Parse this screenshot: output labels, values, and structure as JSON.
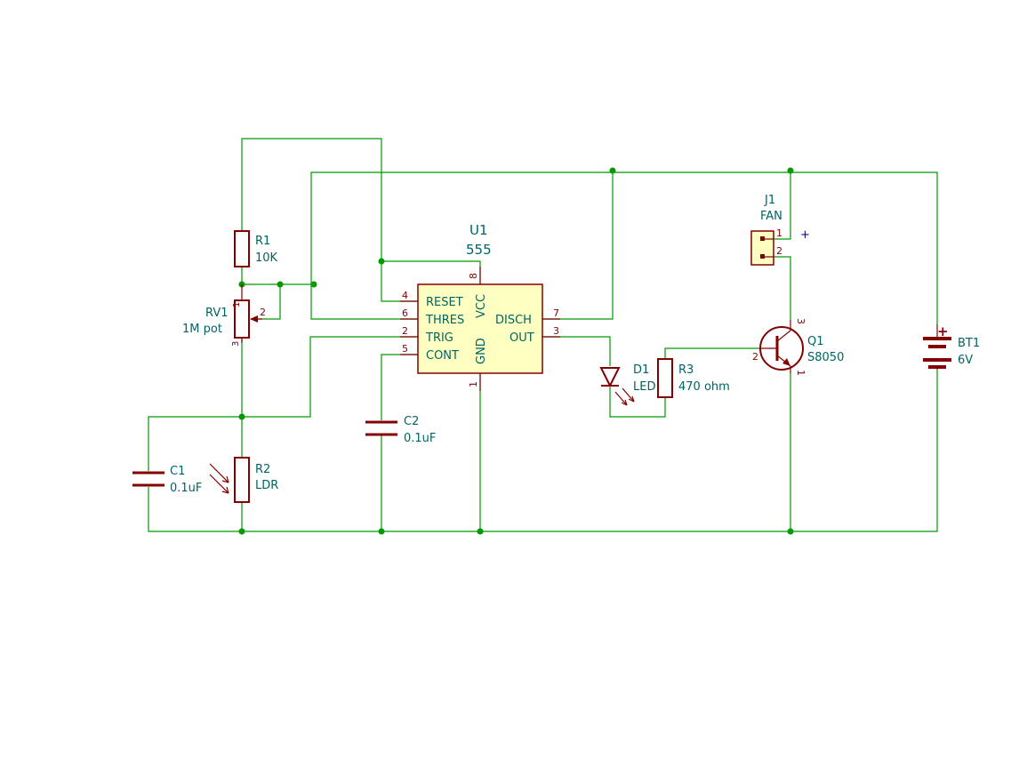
{
  "components": {
    "u1": {
      "ref": "U1",
      "value": "555",
      "pins": {
        "reset": {
          "name": "RESET",
          "num": "4"
        },
        "thres": {
          "name": "THRES",
          "num": "6"
        },
        "trig": {
          "name": "TRIG",
          "num": "2"
        },
        "cont": {
          "name": "CONT",
          "num": "5"
        },
        "vcc": {
          "name": "VCC",
          "num": "8"
        },
        "gnd": {
          "name": "GND",
          "num": "1"
        },
        "disch": {
          "name": "DISCH",
          "num": "7"
        },
        "out": {
          "name": "OUT",
          "num": "3"
        }
      }
    },
    "r1": {
      "ref": "R1",
      "value": "10K"
    },
    "rv1": {
      "ref": "RV1",
      "value": "1M pot",
      "pins": {
        "p1": "1",
        "p2": "2",
        "p3": "3"
      }
    },
    "r2": {
      "ref": "R2",
      "value": "LDR"
    },
    "c1": {
      "ref": "C1",
      "value": "0.1uF"
    },
    "c2": {
      "ref": "C2",
      "value": "0.1uF"
    },
    "d1": {
      "ref": "D1",
      "value": "LED"
    },
    "r3": {
      "ref": "R3",
      "value": "470 ohm"
    },
    "q1": {
      "ref": "Q1",
      "value": "S8050",
      "pins": {
        "c": "3",
        "b": "2",
        "e": "1"
      }
    },
    "j1": {
      "ref": "J1",
      "value": "FAN",
      "pins": {
        "p1": "1",
        "p2": "2"
      },
      "polarity": "+"
    },
    "bt1": {
      "ref": "BT1",
      "value": "6V",
      "polarity": "+"
    }
  },
  "colors": {
    "wire": "#009900",
    "component": "#840000",
    "text": "#006464",
    "ic_fill": "#ffffc2",
    "fan_plus": "#0000c8"
  }
}
